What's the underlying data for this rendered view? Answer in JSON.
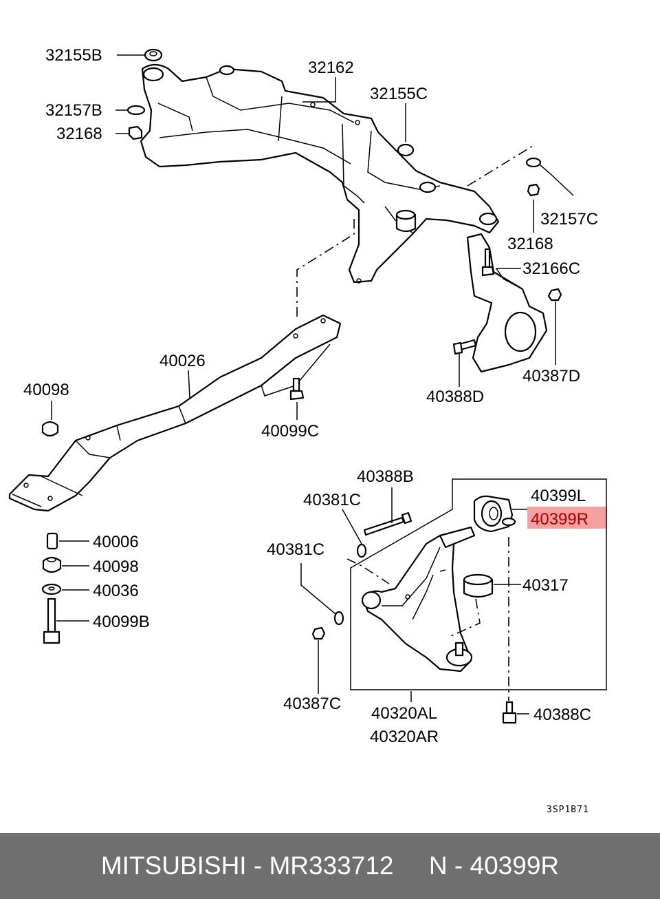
{
  "diagram": {
    "drawing_code": "3SP1B71",
    "highlight_color": "#f4a0a0",
    "labels": [
      {
        "id": "l1",
        "text": "32155B"
      },
      {
        "id": "l2",
        "text": "32162"
      },
      {
        "id": "l3",
        "text": "32155C"
      },
      {
        "id": "l4",
        "text": "32157B"
      },
      {
        "id": "l5",
        "text": "32168"
      },
      {
        "id": "l6",
        "text": "32157C"
      },
      {
        "id": "l7",
        "text": "32168"
      },
      {
        "id": "l8",
        "text": "32166C"
      },
      {
        "id": "l9",
        "text": "40026"
      },
      {
        "id": "l10",
        "text": "40098"
      },
      {
        "id": "l11",
        "text": "40099C"
      },
      {
        "id": "l12",
        "text": "40387D"
      },
      {
        "id": "l13",
        "text": "40388D"
      },
      {
        "id": "l14",
        "text": "40388B"
      },
      {
        "id": "l15",
        "text": "40381C"
      },
      {
        "id": "l16",
        "text": "40399L"
      },
      {
        "id": "l17",
        "text": "40399R"
      },
      {
        "id": "l18",
        "text": "40381C"
      },
      {
        "id": "l19",
        "text": "40317"
      },
      {
        "id": "l20",
        "text": "40006"
      },
      {
        "id": "l21",
        "text": "40098"
      },
      {
        "id": "l22",
        "text": "40036"
      },
      {
        "id": "l23",
        "text": "40099B"
      },
      {
        "id": "l24",
        "text": "40387C"
      },
      {
        "id": "l25",
        "text": "40320AL"
      },
      {
        "id": "l26",
        "text": "40320AR"
      },
      {
        "id": "l27",
        "text": "40388C"
      }
    ]
  },
  "footer": {
    "brand": "MITSUBISHI",
    "separator1": " - ",
    "part_number": "MR333712",
    "gap": "     ",
    "n_prefix": "N",
    "separator2": " - ",
    "ref": "40399R"
  }
}
